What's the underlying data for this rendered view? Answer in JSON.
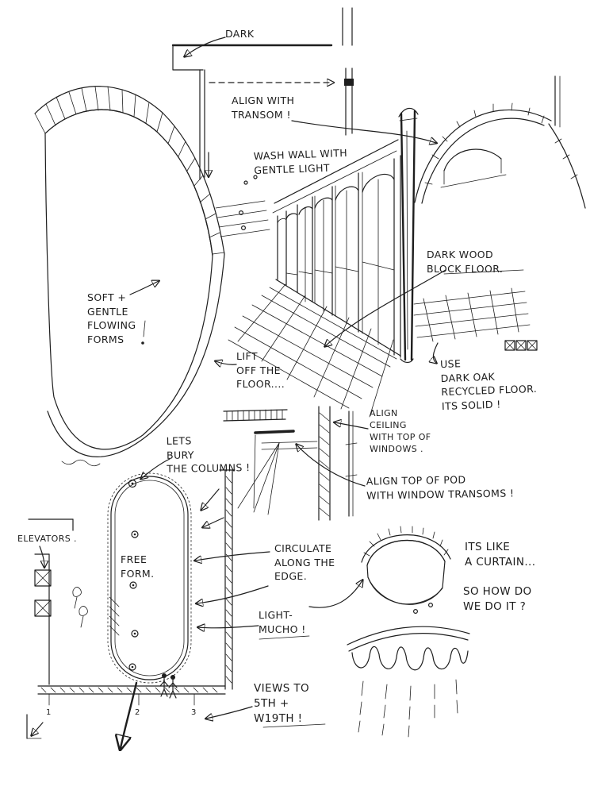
{
  "title": "architectural concept sketch",
  "colors": {
    "ink": "#1e1e1e",
    "paper": "#ffffff"
  },
  "annotations": {
    "dark": "DARK",
    "align_with_transom": "ALIGN WITH\nTRANSOM !",
    "wash_wall": "WASH WALL WITH\nGENTLE LIGHT",
    "soft_gentle": "SOFT +\nGENTLE\nFLOWING\nFORMS",
    "dark_wood_floor": "DARK WOOD\nBLOCK FLOOR.",
    "lift_off_floor": "LIFT\nOFF THE\nFLOOR....",
    "use_dark_oak": "USE\nDARK OAK\nRECYCLED FLOOR.\nITS SOLID !",
    "align_ceiling": "ALIGN\nCEILING\nWITH TOP OF\nWINDOWS .",
    "align_top_pod": "ALIGN TOP OF POD\nWITH WINDOW TRANSOMS !",
    "lets_bury": "LETS\nBURY\nTHE COLUMNS !",
    "elevators": "ELEVATORS .",
    "free_form": "FREE\nFORM.",
    "circulate": "CIRCULATE\nALONG THE\nEDGE.",
    "light_mucho": "LIGHT-\nMUCHO !",
    "views": "VIEWS TO\n5TH +\nW19TH !",
    "like_curtain": "ITS LIKE\nA CURTAIN...",
    "how_do": "SO HOW DO\nWE DO IT ?",
    "grid_marks": [
      "1",
      "2",
      "3"
    ]
  }
}
